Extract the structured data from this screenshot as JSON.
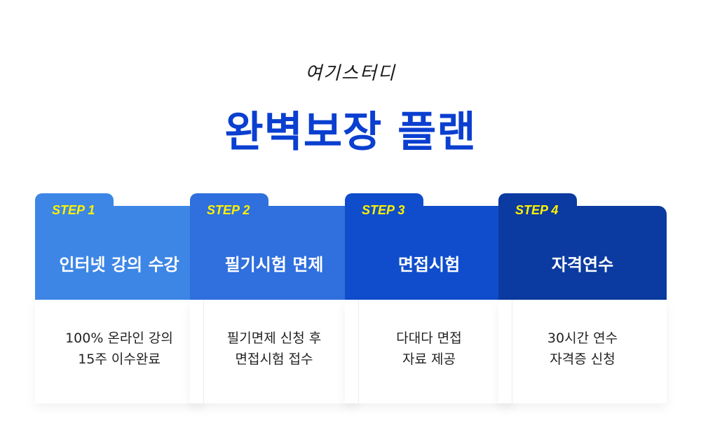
{
  "brand": "여기스터디",
  "headline": "완벽보장 플랜",
  "colors": {
    "headline": "#0a3fd0",
    "step_label": "#fff200",
    "step1": "#3d86e6",
    "step2": "#2f6fde",
    "step3": "#0f4dcc",
    "step4": "#0b3aa0"
  },
  "steps": [
    {
      "label": "STEP 1",
      "title": "인터넷 강의 수강",
      "desc_line1": "100% 온라인 강의",
      "desc_line2": "15주 이수완료"
    },
    {
      "label": "STEP 2",
      "title": "필기시험 면제",
      "desc_line1": "필기면제 신청 후",
      "desc_line2": "면접시험 접수"
    },
    {
      "label": "STEP 3",
      "title": "면접시험",
      "desc_line1": "다대다 면접",
      "desc_line2": "자료 제공"
    },
    {
      "label": "STEP 4",
      "title": "자격연수",
      "desc_line1": "30시간 연수",
      "desc_line2": "자격증 신청"
    }
  ]
}
